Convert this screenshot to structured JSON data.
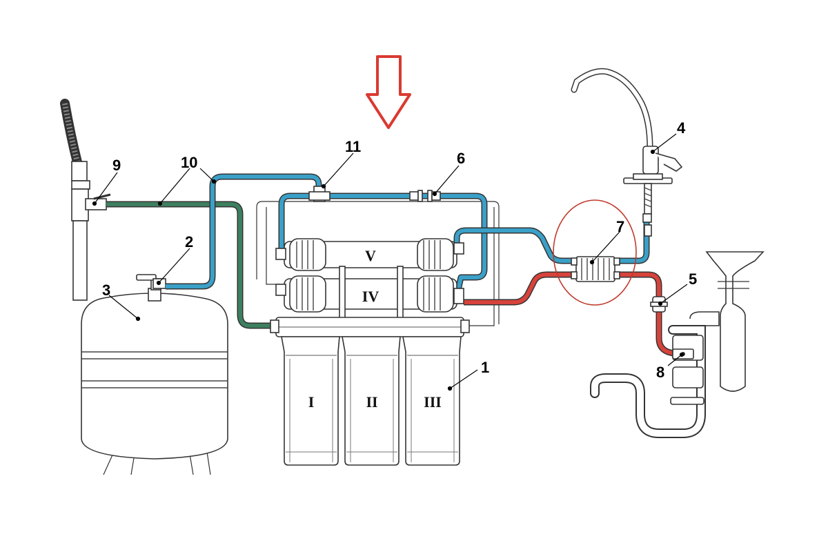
{
  "callouts": [
    "1",
    "2",
    "3",
    "4",
    "5",
    "6",
    "7",
    "8",
    "9",
    "10",
    "11"
  ],
  "stages": [
    "I",
    "II",
    "III",
    "IV",
    "V"
  ],
  "colors": {
    "blue_tube": "#3aa0c7",
    "red_tube": "#d6433b",
    "green_tube": "#3d7f5f",
    "arrow": "#d93a31",
    "highlight_circle": "#c0392b",
    "line": "#333333"
  },
  "icons": {
    "arrow": "down-arrow-icon"
  }
}
